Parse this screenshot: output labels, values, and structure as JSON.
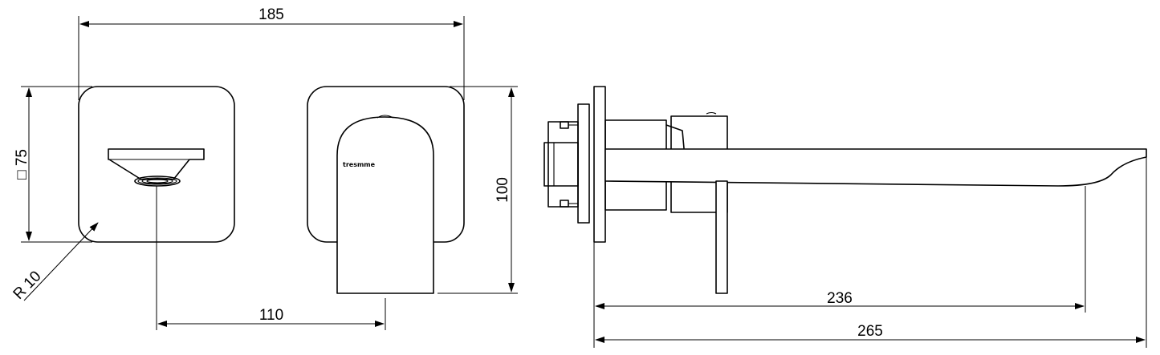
{
  "dimensions": {
    "overall_front_width": "185",
    "plate_square": "□ 75",
    "corner_radius": "R 10",
    "center_distance": "110",
    "plate_height": "100",
    "spout_projection": "236",
    "total_depth": "265"
  },
  "brand_mark": "tresmme"
}
